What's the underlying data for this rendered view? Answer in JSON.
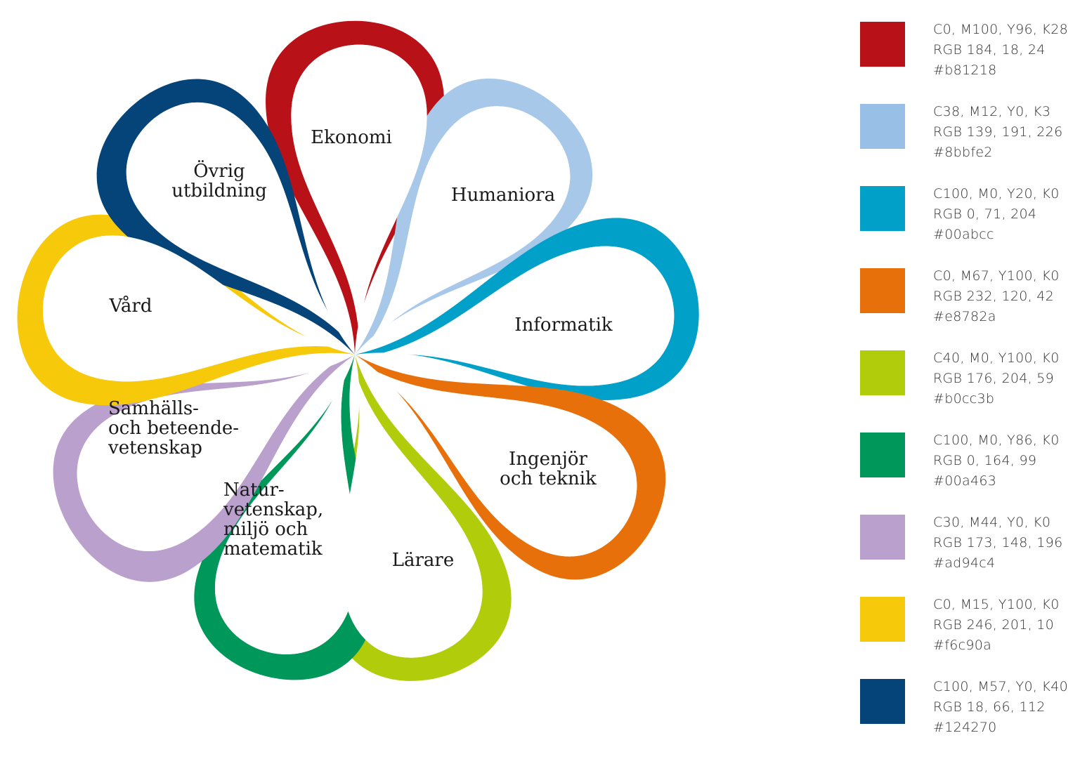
{
  "petals": [
    {
      "id": "ekonomi",
      "label": "Ekonomi",
      "color": "#b81218"
    },
    {
      "id": "humaniora",
      "label": "Humaniora",
      "color": "#a8c8ea"
    },
    {
      "id": "informatik",
      "label": "Informatik",
      "color": "#00a0c8"
    },
    {
      "id": "ingenjor",
      "label": "Ingenjör\noch teknik",
      "color": "#e8700a"
    },
    {
      "id": "larare",
      "label": "Lärare",
      "color": "#b0cc0a"
    },
    {
      "id": "natur",
      "label": "Natur-\nvetenskap,\nmiljö och\nmatematik",
      "color": "#00975a"
    },
    {
      "id": "samhall",
      "label": "Samhälls-\noch beteende-\nvetenskap",
      "color": "#baa0cc"
    },
    {
      "id": "vard",
      "label": "Vård",
      "color": "#f6c90a"
    },
    {
      "id": "ovrig",
      "label": "Övrig\nutbildning",
      "color": "#044479"
    }
  ],
  "legend": [
    {
      "color": "#b81218",
      "cmyk": "C0, M100, Y96, K28",
      "rgb": "RGB 184, 18, 24",
      "hex": "#b81218"
    },
    {
      "color": "#98c0e6",
      "cmyk": "C38, M12,  Y0, K3",
      "rgb": "RGB 139, 191, 226",
      "hex": "#8bbfe2"
    },
    {
      "color": "#00a0c8",
      "cmyk": "C100, M0,  Y20, K0",
      "rgb": "RGB 0, 71, 204",
      "hex": "#00abcc"
    },
    {
      "color": "#e8700a",
      "cmyk": "C0, M67,  Y100, K0",
      "rgb": "RGB 232, 120, 42",
      "hex": "#e8782a"
    },
    {
      "color": "#b0cc0a",
      "cmyk": "C40, M0,  Y100, K0",
      "rgb": "RGB 176, 204, 59",
      "hex": "#b0cc3b"
    },
    {
      "color": "#00975a",
      "cmyk": "C100, M0,  Y86, K0",
      "rgb": "RGB 0, 164, 99",
      "hex": "#00a463"
    },
    {
      "color": "#baa0cc",
      "cmyk": "C30, M44,  Y0, K0",
      "rgb": "RGB 173, 148, 196",
      "hex": "#ad94c4"
    },
    {
      "color": "#f6c90a",
      "cmyk": "C0, M15,  Y100, K0",
      "rgb": "RGB 246, 201, 10",
      "hex": "#f6c90a"
    },
    {
      "color": "#044479",
      "cmyk": "C100, M57,  Y0, K40",
      "rgb": "RGB 18, 66, 112",
      "hex": "#124270"
    }
  ]
}
